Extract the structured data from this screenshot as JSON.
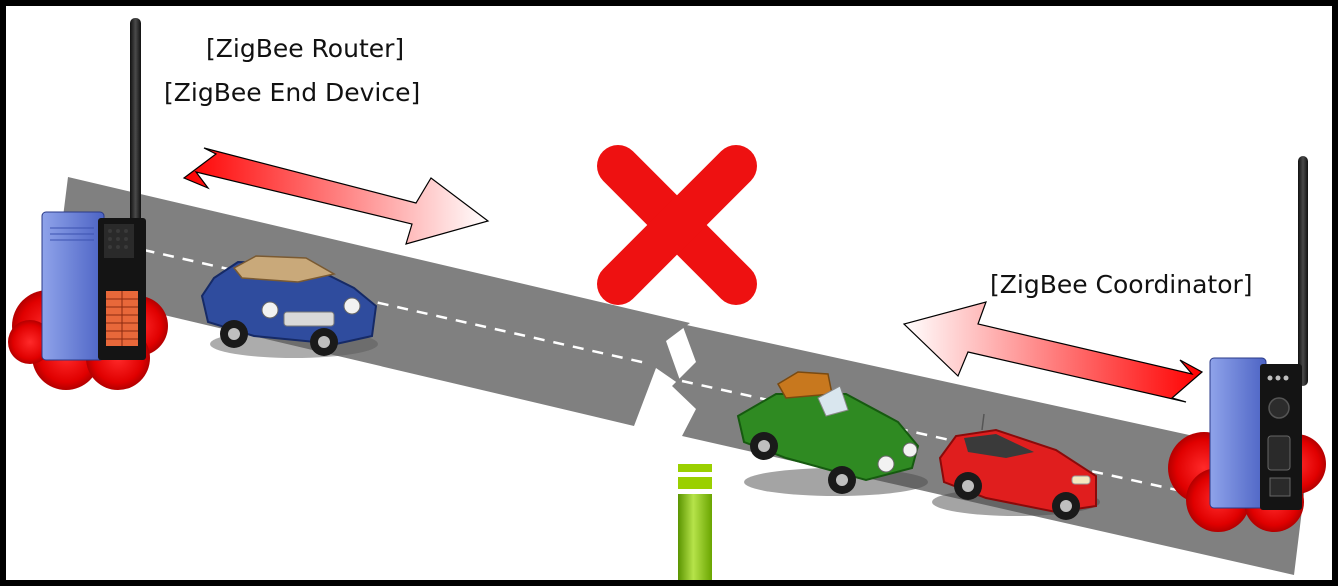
{
  "labels": {
    "router": "[ZigBee Router]",
    "end_device": "[ZigBee End Device]",
    "coordinator": "[ZigBee Coordinator]"
  },
  "icons": {
    "blocked": "x-mark-icon",
    "device": "zigbee-module-icon",
    "car": "car-icon",
    "signal": "signal-arrow-icon"
  },
  "colors": {
    "road": "#808080",
    "x_mark": "#ee1111",
    "module_body": "#6b82d6",
    "signal_arrow": "#ff1a1a",
    "halo": "#cc0000",
    "pole": "#7fb800",
    "frame": "#000000"
  }
}
